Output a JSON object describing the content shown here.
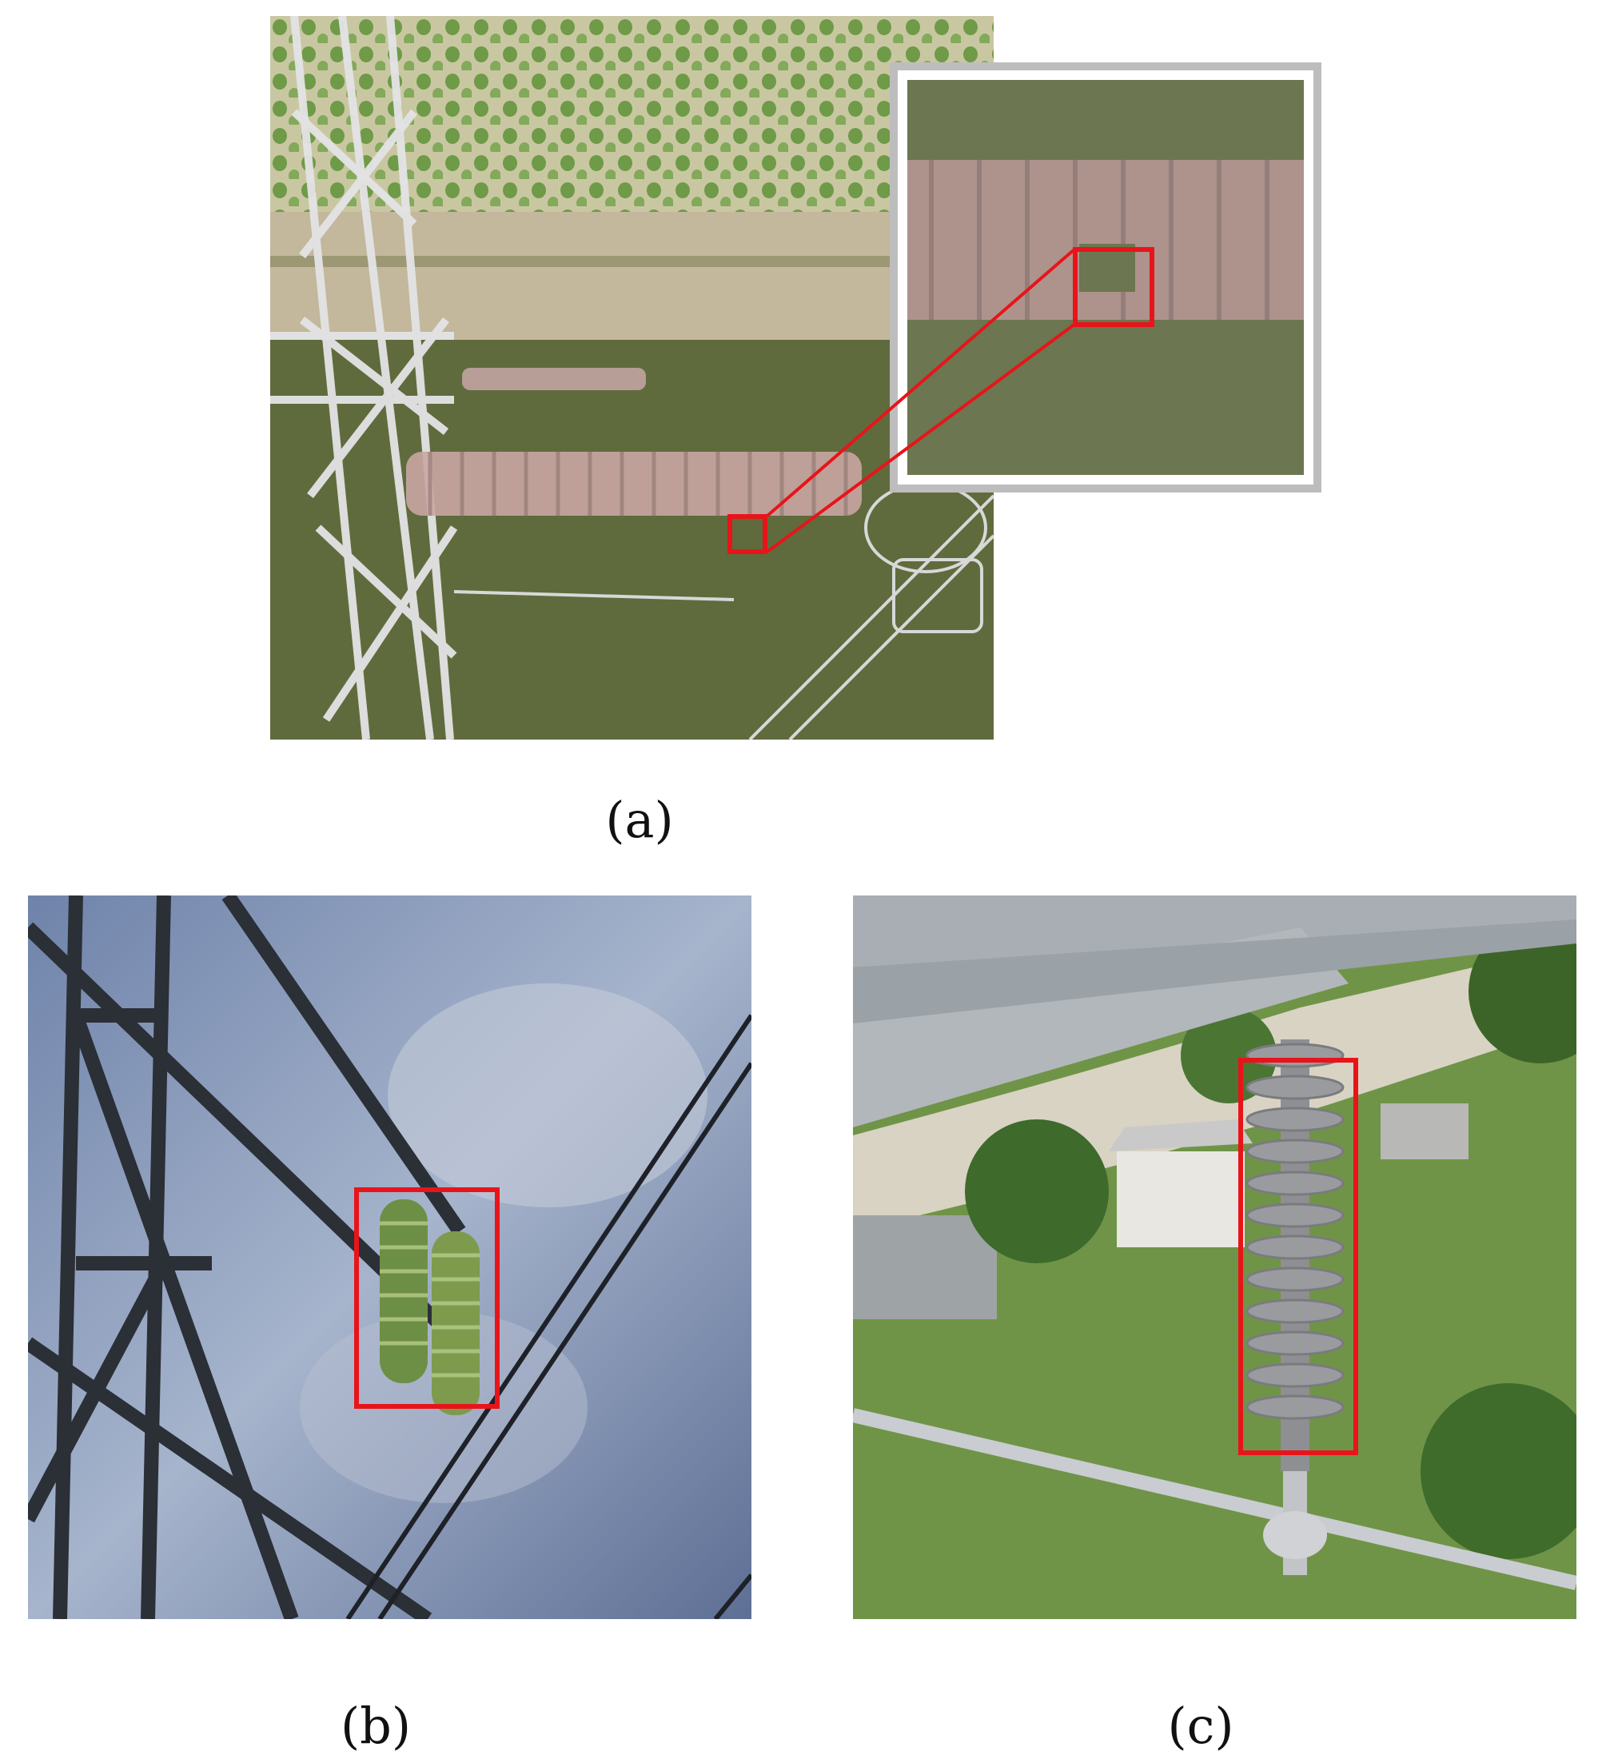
{
  "figure": {
    "caption_a": "(a)",
    "caption_b": "(b)",
    "caption_c": "(c)"
  },
  "colors": {
    "highlight_box": "#e8141a",
    "inset_border": "#bdbdbd"
  }
}
